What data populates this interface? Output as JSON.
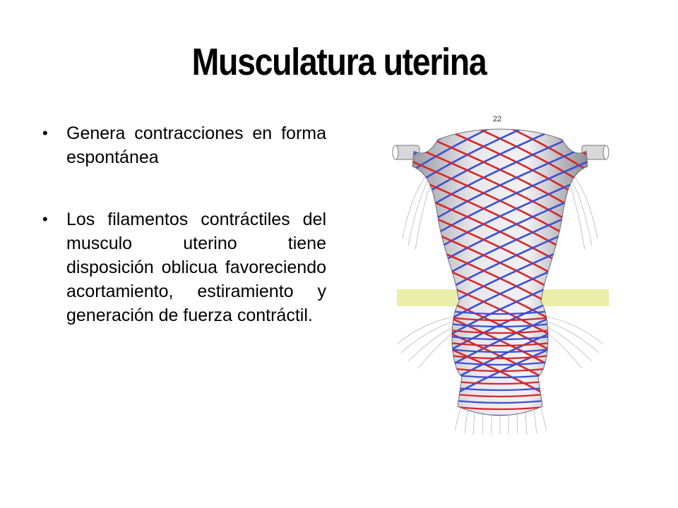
{
  "slide": {
    "title": "Musculatura uterina",
    "bullets": [
      {
        "text": "Genera contracciones en forma espontánea"
      },
      {
        "text": "Los filamentos contráctiles del musculo uterino tiene disposición oblicua favoreciendo acortamiento, estiramiento y generación de fuerza contráctil."
      }
    ],
    "figure": {
      "label": "22",
      "icon": "uterus-muscle-fibers-illustration",
      "colors": {
        "red_fiber": "#d8262a",
        "blue_fiber": "#3d4fd0",
        "body": "#d4d4d8",
        "band": "#e9ec9a"
      }
    }
  }
}
